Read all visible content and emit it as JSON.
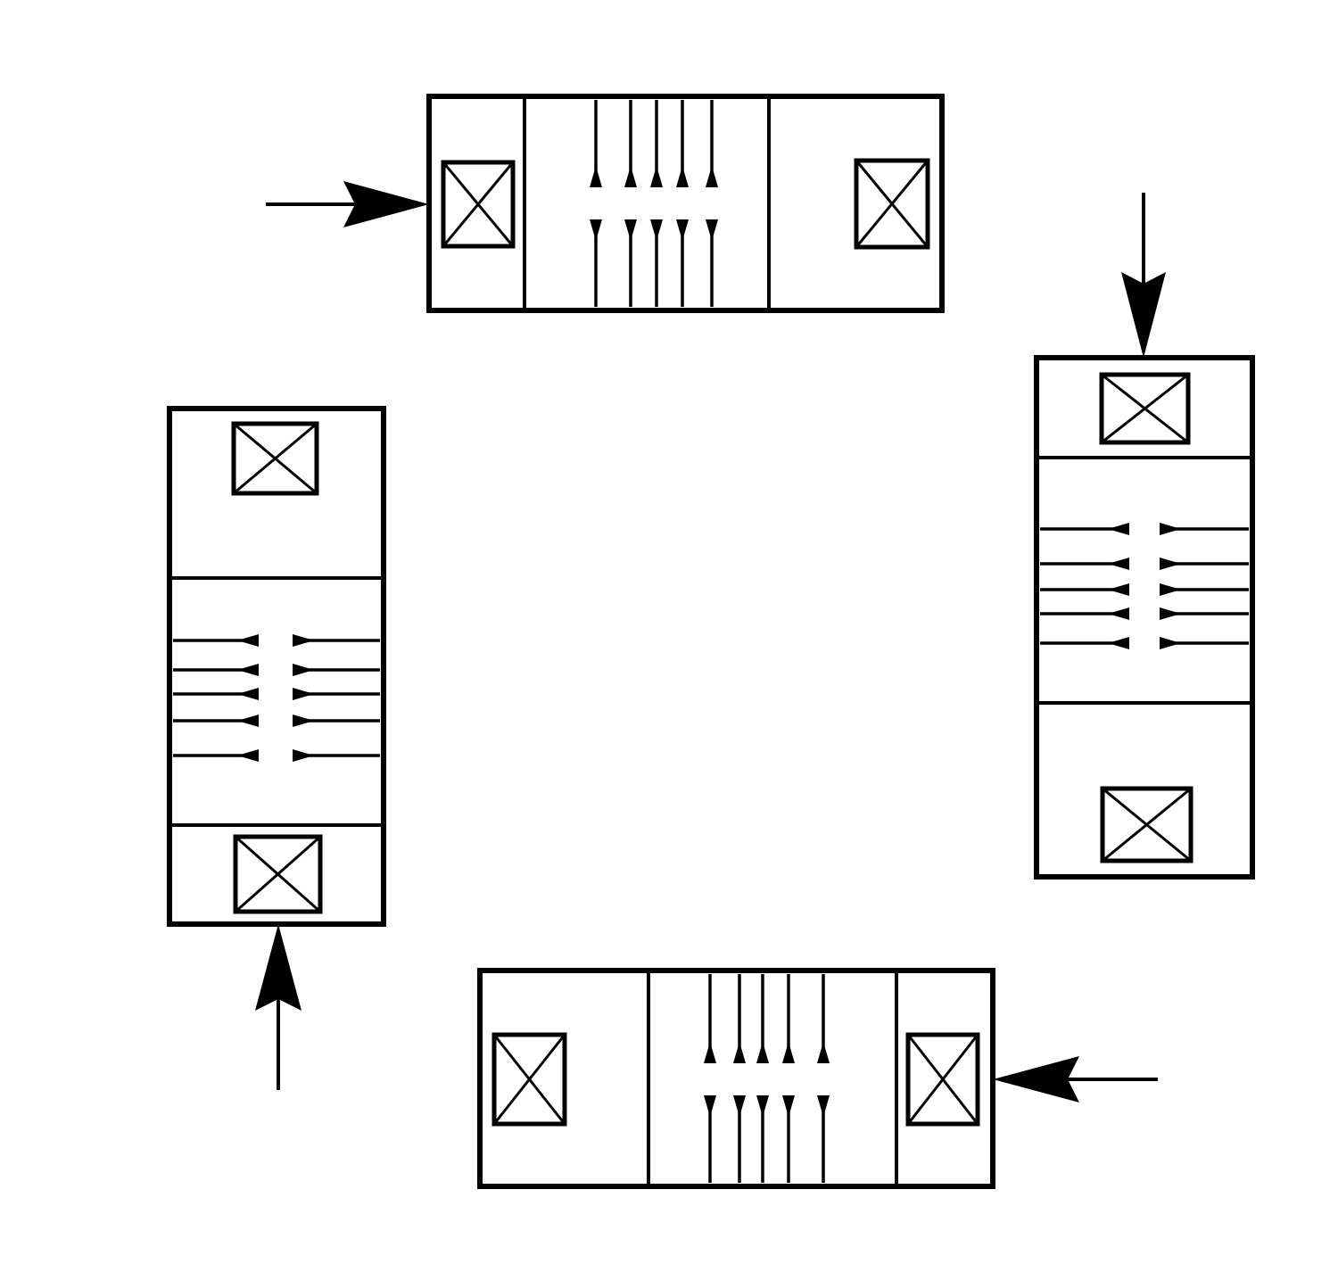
{
  "diagram": {
    "stroke_color": "#000000",
    "background_color": "#ffffff",
    "modules": [
      {
        "name": "top",
        "orientation": "horizontal",
        "feed": "left",
        "label": ""
      },
      {
        "name": "right",
        "orientation": "vertical",
        "feed": "top",
        "label": ""
      },
      {
        "name": "bottom",
        "orientation": "horizontal",
        "feed": "right",
        "label": ""
      },
      {
        "name": "left",
        "orientation": "vertical",
        "feed": "bottom",
        "label": ""
      }
    ],
    "icons": [
      "crossed-box-icon",
      "arrow-icon",
      "arrowhead-icon"
    ]
  }
}
